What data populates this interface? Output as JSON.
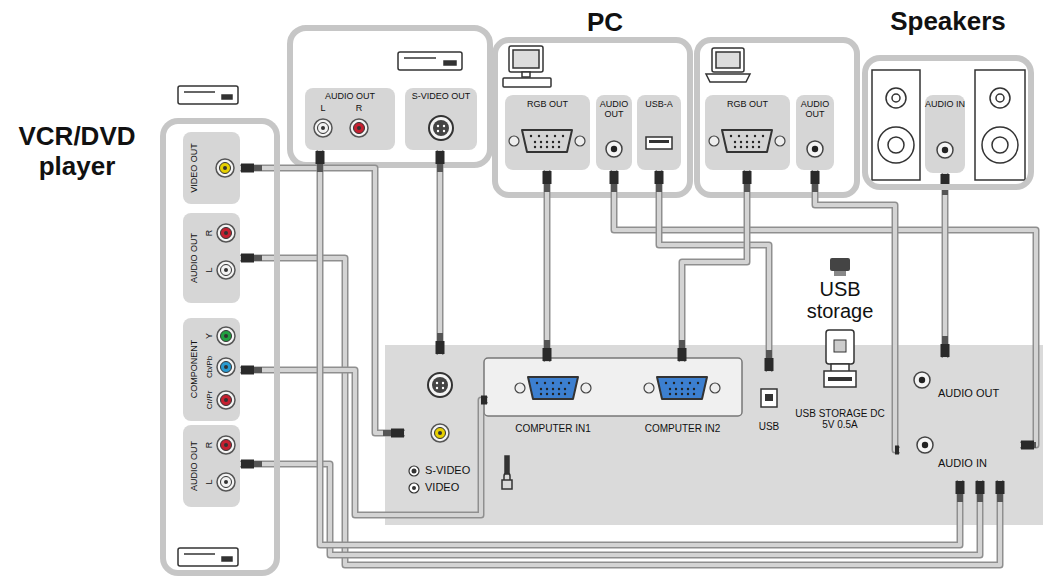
{
  "diagram": {
    "nodes": [
      {
        "text": [
          "VCR/DVD player"
        ]
      },
      {
        "text": [
          "VIDEO OUT"
        ],
        "in": 0
      },
      {
        "text": [
          "AUDIO OUT",
          "R",
          "L"
        ],
        "in": 0
      },
      {
        "text": [
          "COMPONENT",
          "Y",
          "Cb/Pb",
          "Cr/Pr"
        ],
        "in": 0
      },
      {
        "text": [
          "AUDIO OUT",
          "R",
          "L"
        ],
        "in": 0
      },
      {
        "text": [
          "AUDIO OUT",
          "L",
          "R"
        ]
      },
      {
        "text": [
          "S-VIDEO OUT"
        ]
      },
      {
        "text": [
          "PC"
        ]
      },
      {
        "text": [
          "RGB OUT"
        ],
        "in": 7
      },
      {
        "text": [
          "AUDIO OUT"
        ],
        "in": 7
      },
      {
        "text": [
          "USB-A"
        ],
        "in": 7
      },
      {
        "text": [
          "RGB OUT"
        ],
        "in": 7
      },
      {
        "text": [
          "AUDIO OUT"
        ],
        "in": 7
      },
      {
        "text": [
          "Speakers"
        ]
      },
      {
        "text": [
          "AUDIO IN"
        ],
        "in": 13
      },
      {
        "text": [
          "S-VIDEO",
          "VIDEO"
        ]
      },
      {
        "text": [
          "COMPUTER IN1"
        ]
      },
      {
        "text": [
          "COMPUTER IN2"
        ]
      },
      {
        "text": [
          "USB"
        ]
      },
      {
        "text": [
          "USB STORAGE DC 5V 0.5A"
        ]
      },
      {
        "text": [
          "AUDIO OUT"
        ]
      },
      {
        "text": [
          "AUDIO IN"
        ]
      }
    ],
    "edges": [
      {
        "from": 1,
        "to": 15,
        "arrow": "none"
      },
      {
        "from": 2,
        "to": 21,
        "arrow": "none"
      },
      {
        "from": 3,
        "to": 16,
        "arrow": "none"
      },
      {
        "from": 4,
        "to": 21,
        "arrow": "none"
      },
      {
        "from": 5,
        "to": 21,
        "arrow": "none"
      },
      {
        "from": 6,
        "to": 15,
        "arrow": "none"
      },
      {
        "from": 8,
        "to": 16,
        "arrow": "none"
      },
      {
        "from": 9,
        "to": 21,
        "arrow": "none"
      },
      {
        "from": 10,
        "to": 18,
        "arrow": "none"
      },
      {
        "from": 11,
        "to": 17,
        "arrow": "none"
      },
      {
        "from": 12,
        "to": 21,
        "arrow": "none"
      },
      {
        "from": 20,
        "to": 14,
        "arrow": "none"
      }
    ],
    "labels": [
      "USB storage"
    ]
  }
}
